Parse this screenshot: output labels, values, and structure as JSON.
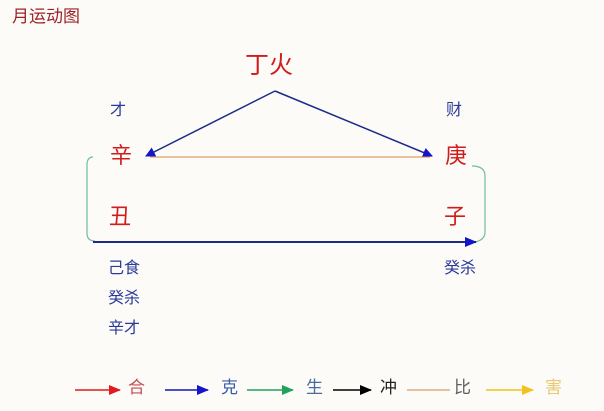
{
  "title": "月运动图",
  "top_node": {
    "label": "丁火"
  },
  "left_column": {
    "ten_god": "才",
    "stem": "辛",
    "branch": "丑",
    "hidden_stems": [
      "己食",
      "癸杀",
      "辛才"
    ]
  },
  "right_column": {
    "ten_god": "财",
    "stem": "庚",
    "branch": "子",
    "hidden_stems": [
      "癸杀"
    ]
  },
  "relations": [
    {
      "from": "丁火",
      "to": "辛",
      "type": "克"
    },
    {
      "from": "丁火",
      "to": "庚",
      "type": "克"
    },
    {
      "from": "辛",
      "to": "庚",
      "type": "比"
    },
    {
      "from": "丑",
      "to": "子",
      "type": "克"
    },
    {
      "from": "辛",
      "to": "丑",
      "type": "生",
      "note": "green bracket"
    },
    {
      "from": "庚",
      "to": "子",
      "type": "生",
      "note": "green bracket"
    }
  ],
  "legend": [
    {
      "label": "合",
      "color": "#e11b1b",
      "arrow": true
    },
    {
      "label": "克",
      "color": "#1414b4",
      "arrow": true
    },
    {
      "label": "生",
      "color": "#1fa35a",
      "arrow": true
    },
    {
      "label": "冲",
      "color": "#000000",
      "arrow": true
    },
    {
      "label": "比",
      "color": "#c8864a",
      "arrow": false
    },
    {
      "label": "害",
      "color": "#f2c21a",
      "arrow": true
    }
  ],
  "legend_text_colors": {
    "合": "#c05050",
    "克": "#3a5aa8",
    "生": "#4a6aa0",
    "冲": "#202020",
    "比": "#606060",
    "害": "#e8c870"
  }
}
